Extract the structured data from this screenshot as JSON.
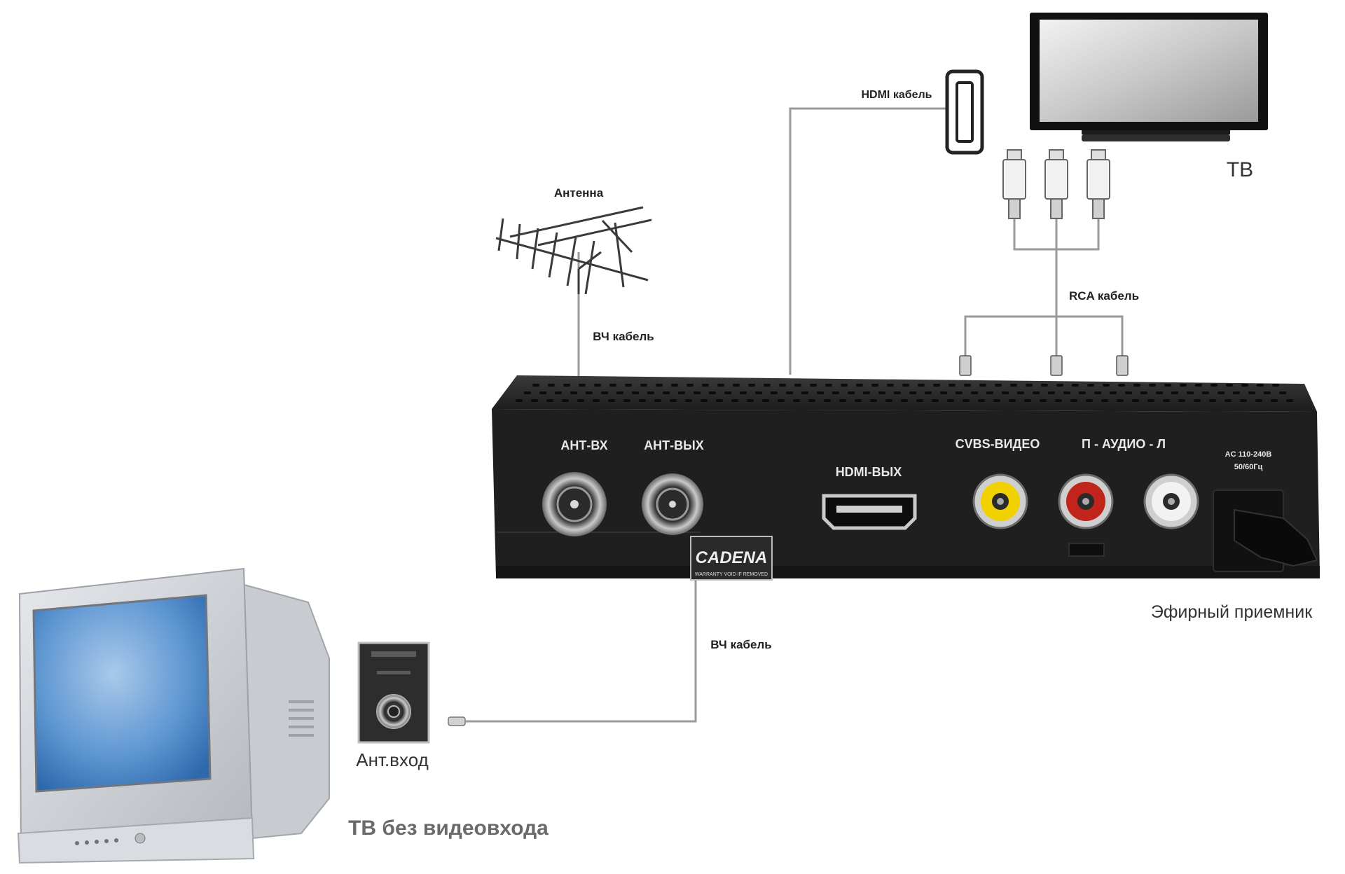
{
  "labels": {
    "antenna": "Антенна",
    "rf_cable_top": "ВЧ кабель",
    "hdmi_cable": "HDMI кабель",
    "rca_cable": "RCA кабель",
    "tv": "ТВ",
    "receiver": "Эфирный приемник",
    "rf_cable_bottom": "ВЧ кабель",
    "ant_input": "Ант.вход",
    "tv_no_video": "ТВ без видеовхода"
  },
  "receiver_panel": {
    "ant_in": "АНТ-ВХ",
    "ant_out": "АНТ-ВЫХ",
    "hdmi_out": "HDMI-ВЫХ",
    "cvbs": "CVBS-ВИДЕО",
    "audio": "П - АУДИО - Л",
    "power_line1": "AC 110-240В",
    "power_line2": "50/60Гц",
    "brand": "CADENA",
    "warranty": "WARRANTY VOID IF REMOVED"
  },
  "colors": {
    "video_jack": "#f2d100",
    "audio_right_jack": "#c0241b",
    "audio_left_jack": "#f2f2f2",
    "tv_screen": "#3e7fc6",
    "cable": "#9a9a9a"
  }
}
